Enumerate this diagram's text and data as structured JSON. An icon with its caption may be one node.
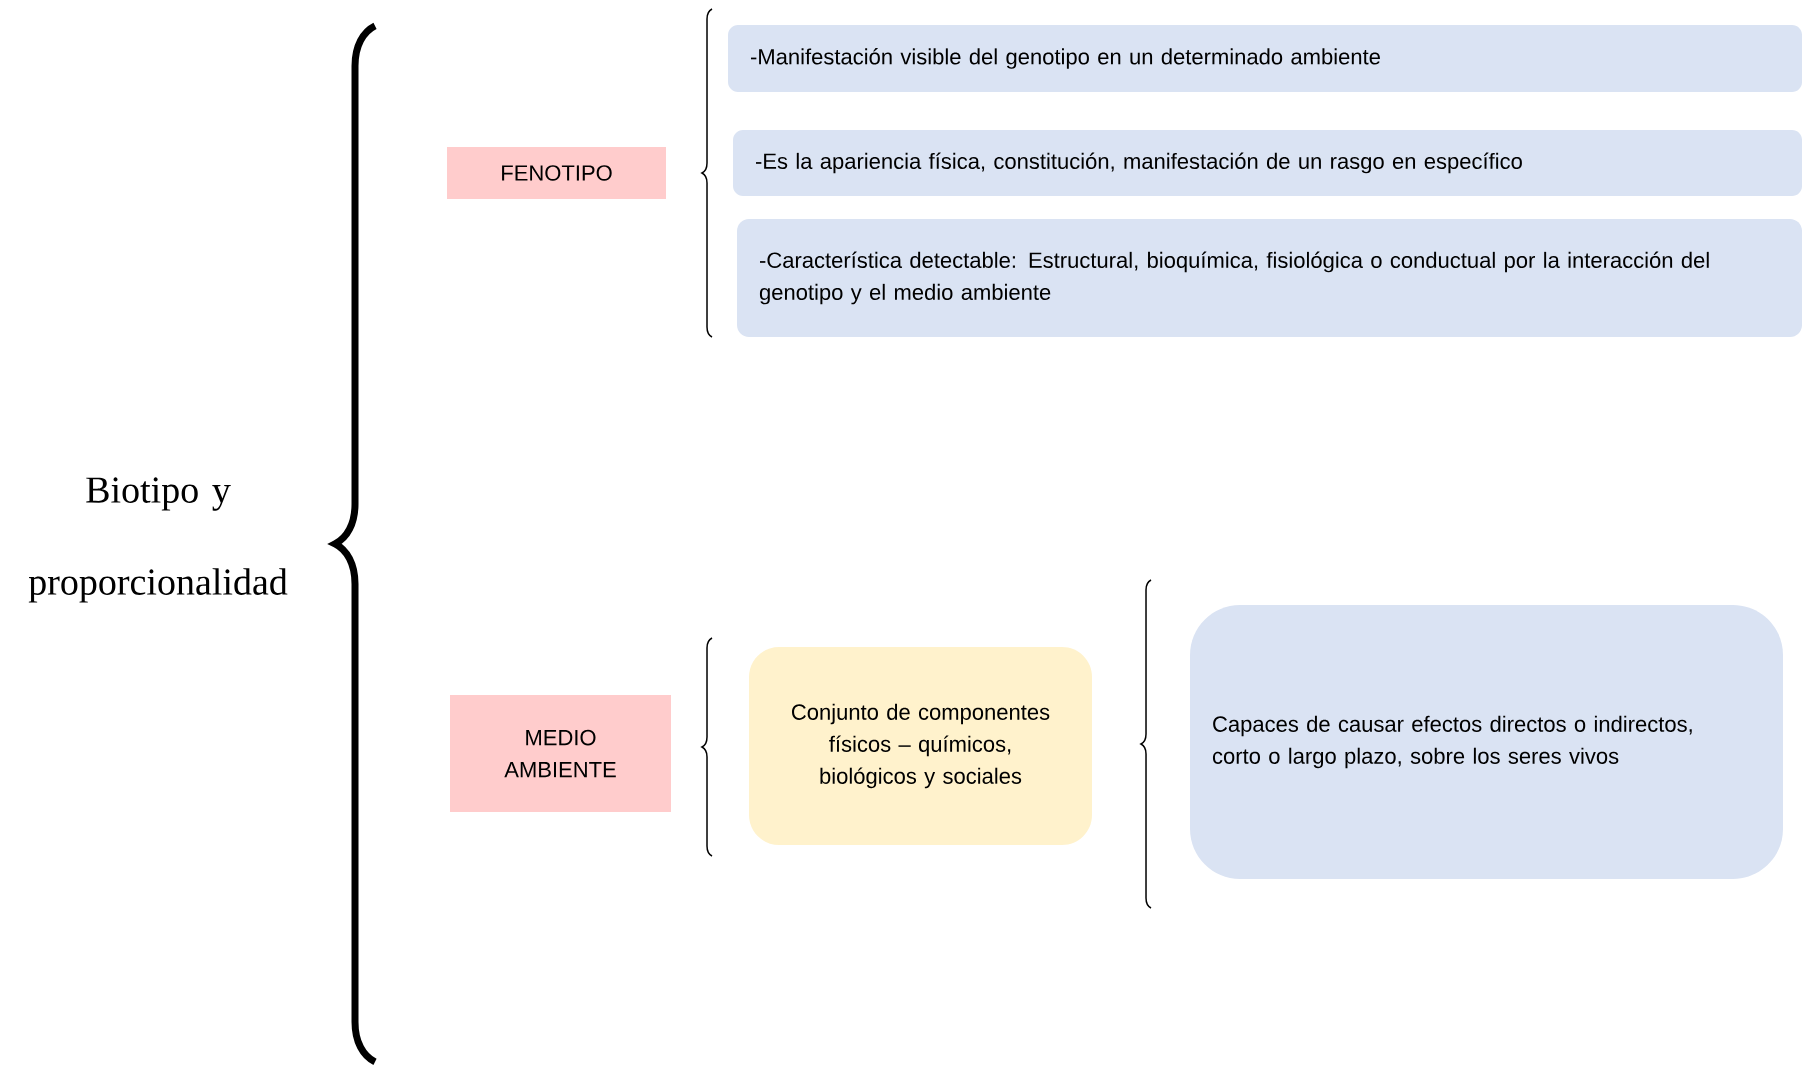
{
  "diagram": {
    "nodes": [
      {
        "text": [
          "FENOTIPO"
        ]
      },
      {
        "text": [
          "-Manifestación visible del genotipo en un determinado ambiente"
        ]
      },
      {
        "text": [
          "-Es la apariencia física, constitución, manifestación de un rasgo en específico"
        ]
      },
      {
        "text": [
          "-Característica detectable: Estructural, bioquímica, fisiológica o conductual por la interacción del genotipo y el medio ambiente"
        ]
      },
      {
        "text": [
          "MEDIO AMBIENTE"
        ]
      },
      {
        "text": [
          "Conjunto de componentes físicos – químicos, biológicos y sociales"
        ]
      },
      {
        "text": [
          "Capaces de causar efectos directos o indirectos, corto o largo plazo, sobre los seres vivos"
        ]
      }
    ],
    "labels": [
      "Biotipo y proporcionalidad"
    ]
  }
}
